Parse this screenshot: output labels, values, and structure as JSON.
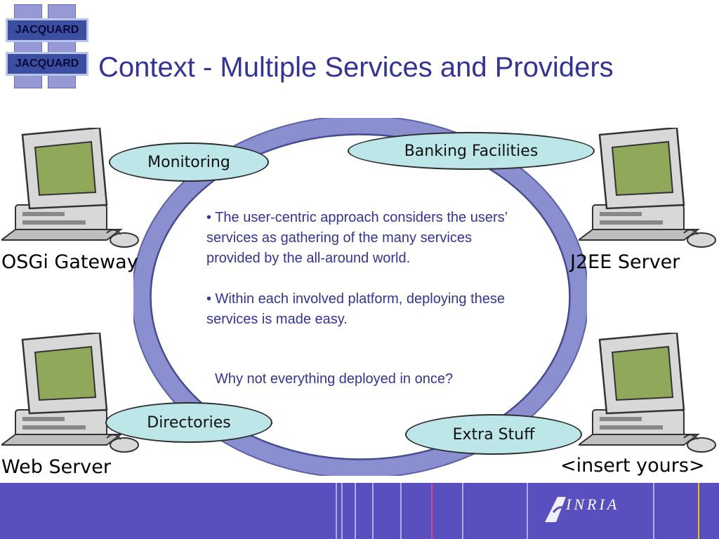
{
  "title": "Context - Multiple Services and Providers",
  "logo": {
    "top_text": "JACQUARD",
    "bottom_text": "JACQUARD"
  },
  "services": {
    "monitoring": "Monitoring",
    "banking": "Banking Facilities",
    "directories": "Directories",
    "extra": "Extra Stuff"
  },
  "servers": {
    "osgi": "OSGi Gateway",
    "j2ee": "J2EE Server",
    "web": "Web Server",
    "yours": "<insert yours>"
  },
  "center": {
    "bullet1": "• The user-centric approach considers the users’ services as gathering of the many services provided by the all-around world.",
    "bullet2": "• Within each involved platform, deploying these services is made easy.",
    "question": "Why not everything deployed in once?"
  },
  "footer": {
    "brand": "INRIA"
  },
  "colors": {
    "title": "#33339a",
    "ring": "#8a8fd0",
    "bubble": "#bde6e8",
    "footer": "#5a4fbf",
    "screen": "#8fa85a"
  }
}
